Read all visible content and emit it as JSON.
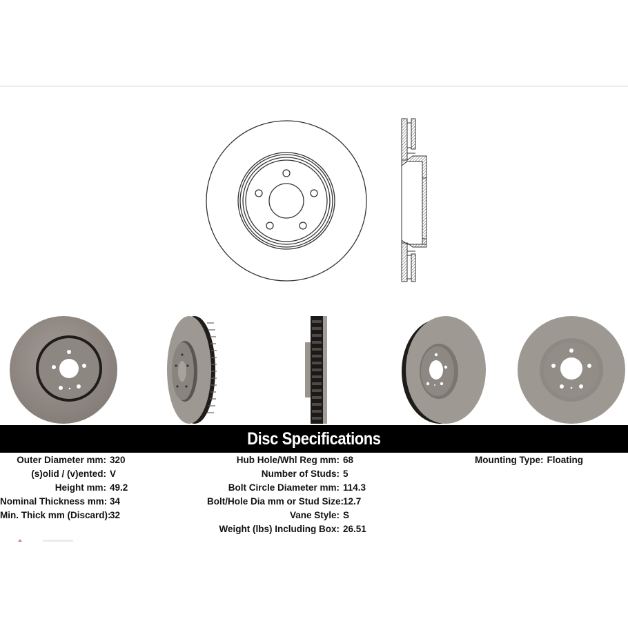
{
  "banner": {
    "title": "Disc Specifications"
  },
  "images": {
    "front_drawing": "rotor-front-line-drawing",
    "section_drawing": "rotor-cross-section-drawing",
    "photos": [
      "rotor-photo-front",
      "rotor-photo-angled-left",
      "rotor-photo-side-profile",
      "rotor-photo-angled-right",
      "rotor-photo-back"
    ]
  },
  "specs": {
    "column1": [
      {
        "label": "Outer Diameter mm:",
        "value": "320"
      },
      {
        "label": "(s)olid / (v)ented:",
        "value": "V"
      },
      {
        "label": "Height mm:",
        "value": "49.2"
      },
      {
        "label": "Nominal Thickness mm:",
        "value": "34"
      },
      {
        "label": "Min. Thick mm (Discard):",
        "value": "32"
      }
    ],
    "column2": [
      {
        "label": "Hub Hole/Whl Reg mm:",
        "value": "68"
      },
      {
        "label": "Number of Studs:",
        "value": "5"
      },
      {
        "label": "Bolt Circle Diameter mm:",
        "value": "114.3"
      },
      {
        "label": "Bolt/Hole Dia mm or Stud Size:",
        "value": "12.7"
      },
      {
        "label": "Vane Style:",
        "value": "S"
      },
      {
        "label": "Weight (lbs) Including Box:",
        "value": "26.51"
      }
    ],
    "column3": [
      {
        "label": "Mounting Type:",
        "value": "Floating"
      }
    ]
  },
  "colors": {
    "banner_bg": "#000000",
    "banner_text": "#ffffff",
    "rotor_metal": "#8f8a85",
    "rotor_dark": "#2a2623"
  }
}
